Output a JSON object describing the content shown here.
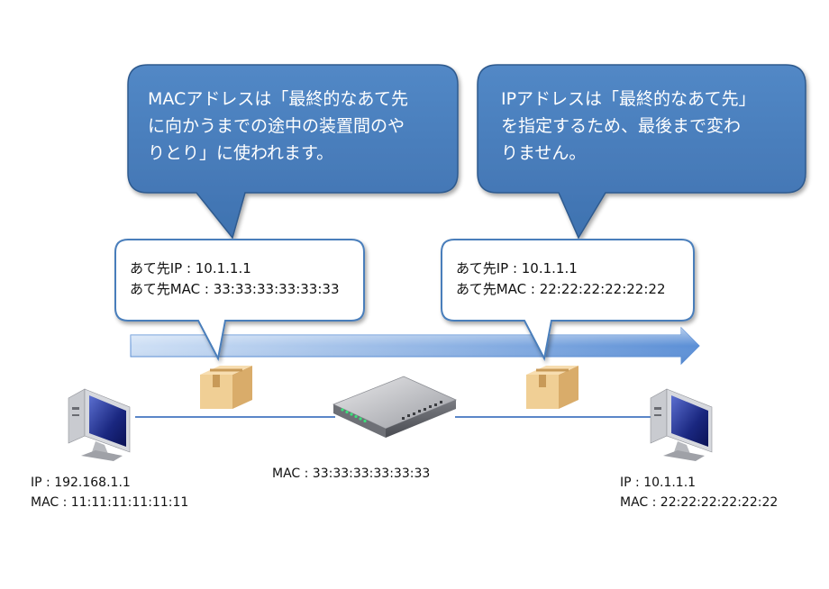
{
  "callouts": {
    "mac": {
      "text": "MACアドレスは「最終的なあて先\nに向かうまでの途中の装置間のや\nりとり」に使われます。"
    },
    "ip": {
      "text": "IPアドレスは「最終的なあて先」\nを指定するため、最後まで変わ\nりません。"
    }
  },
  "packet_labels": {
    "left": {
      "text": "あて先IP : 10.1.1.1\nあて先MAC : 33:33:33:33:33:33"
    },
    "right": {
      "text": "あて先IP : 10.1.1.1\nあて先MAC : 22:22:22:22:22:22"
    }
  },
  "nodes": {
    "source": {
      "text": "IP : 192.168.1.1\nMAC : 11:11:11:11:11:11"
    },
    "router": {
      "text": "MAC : 33:33:33:33:33:33"
    },
    "destination": {
      "text": "IP : 10.1.1.1\nMAC : 22:22:22:22:22:22"
    }
  },
  "colors": {
    "callout_fill": "#4a7ebb",
    "callout_stroke": "#2f5a8e",
    "box_stroke": "#4a7ebb",
    "arrow_light": "#cfe0f5",
    "arrow_dark": "#5b8fd6",
    "link_line": "#5a86c8"
  }
}
